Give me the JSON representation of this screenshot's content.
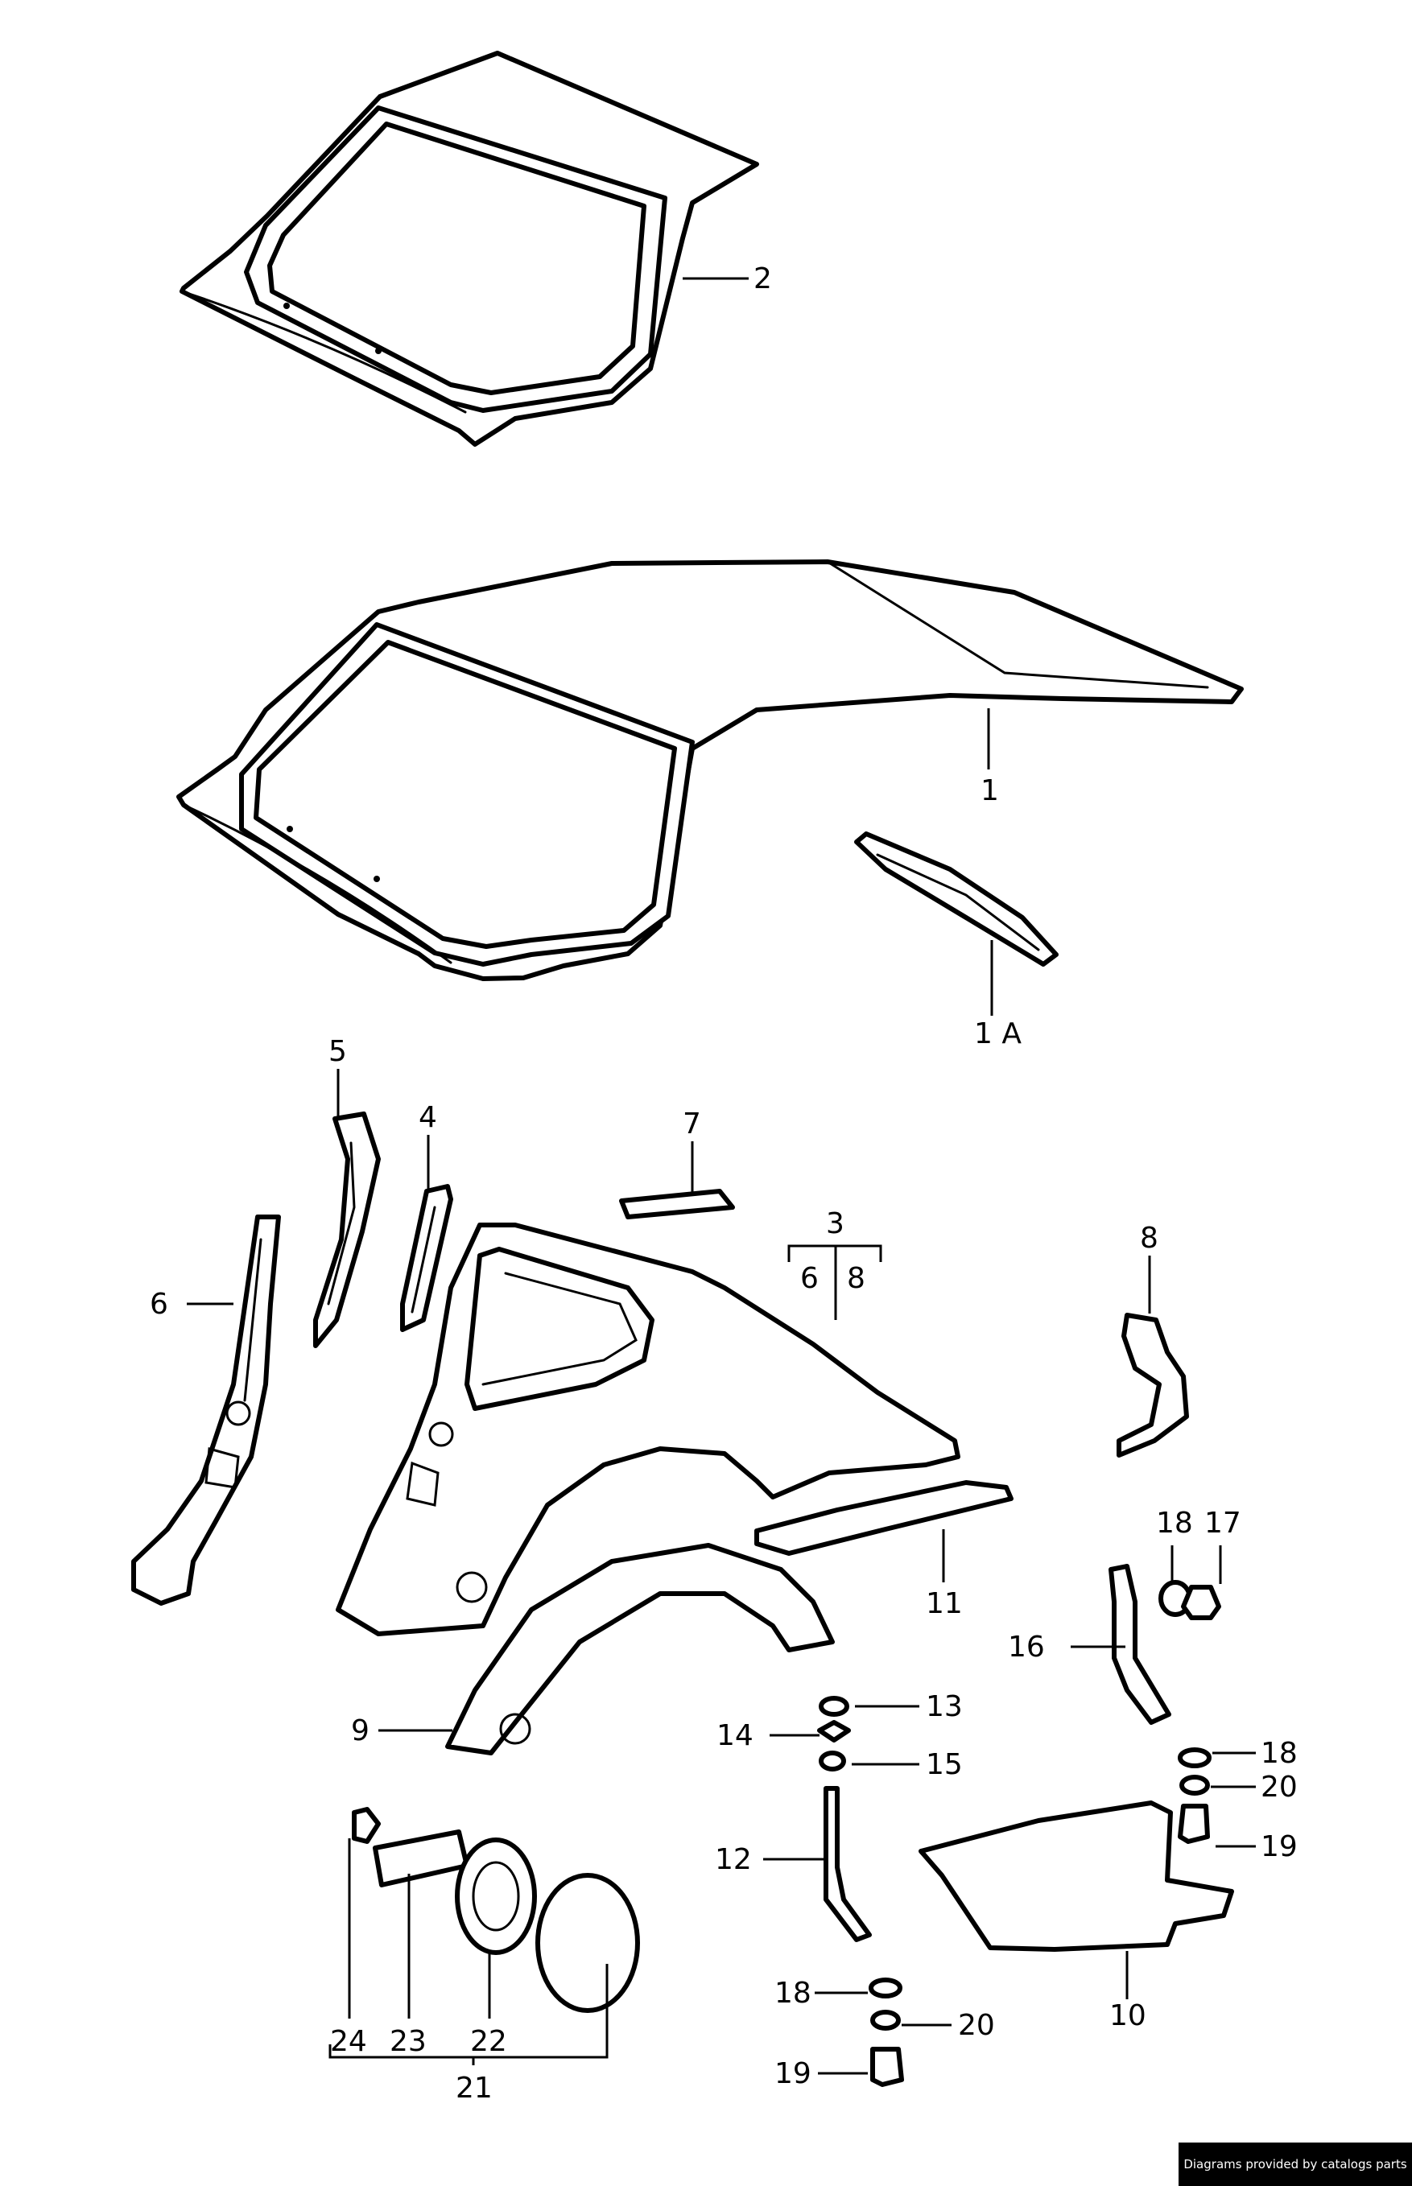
{
  "labels": {
    "p1": "1",
    "p1a": "1 A",
    "p2": "2",
    "p3": "3",
    "p3a": "6",
    "p3b": "8",
    "p4": "4",
    "p5": "5",
    "p6": "6",
    "p7": "7",
    "p8": "8",
    "p9": "9",
    "p10": "10",
    "p11": "11",
    "p12": "12",
    "p13": "13",
    "p14": "14",
    "p15": "15",
    "p16": "16",
    "p17": "17",
    "p18a": "18",
    "p18b": "18",
    "p18c": "18",
    "p19a": "19",
    "p19b": "19",
    "p20a": "20",
    "p20b": "20",
    "p21": "21",
    "p22": "22",
    "p23": "23",
    "p24": "24"
  },
  "credit": "Diagrams provided by catalogs parts",
  "colors": {
    "line": "#000000",
    "background": "#ffffff",
    "credit_bg": "#000000",
    "credit_text": "#ffffff"
  }
}
